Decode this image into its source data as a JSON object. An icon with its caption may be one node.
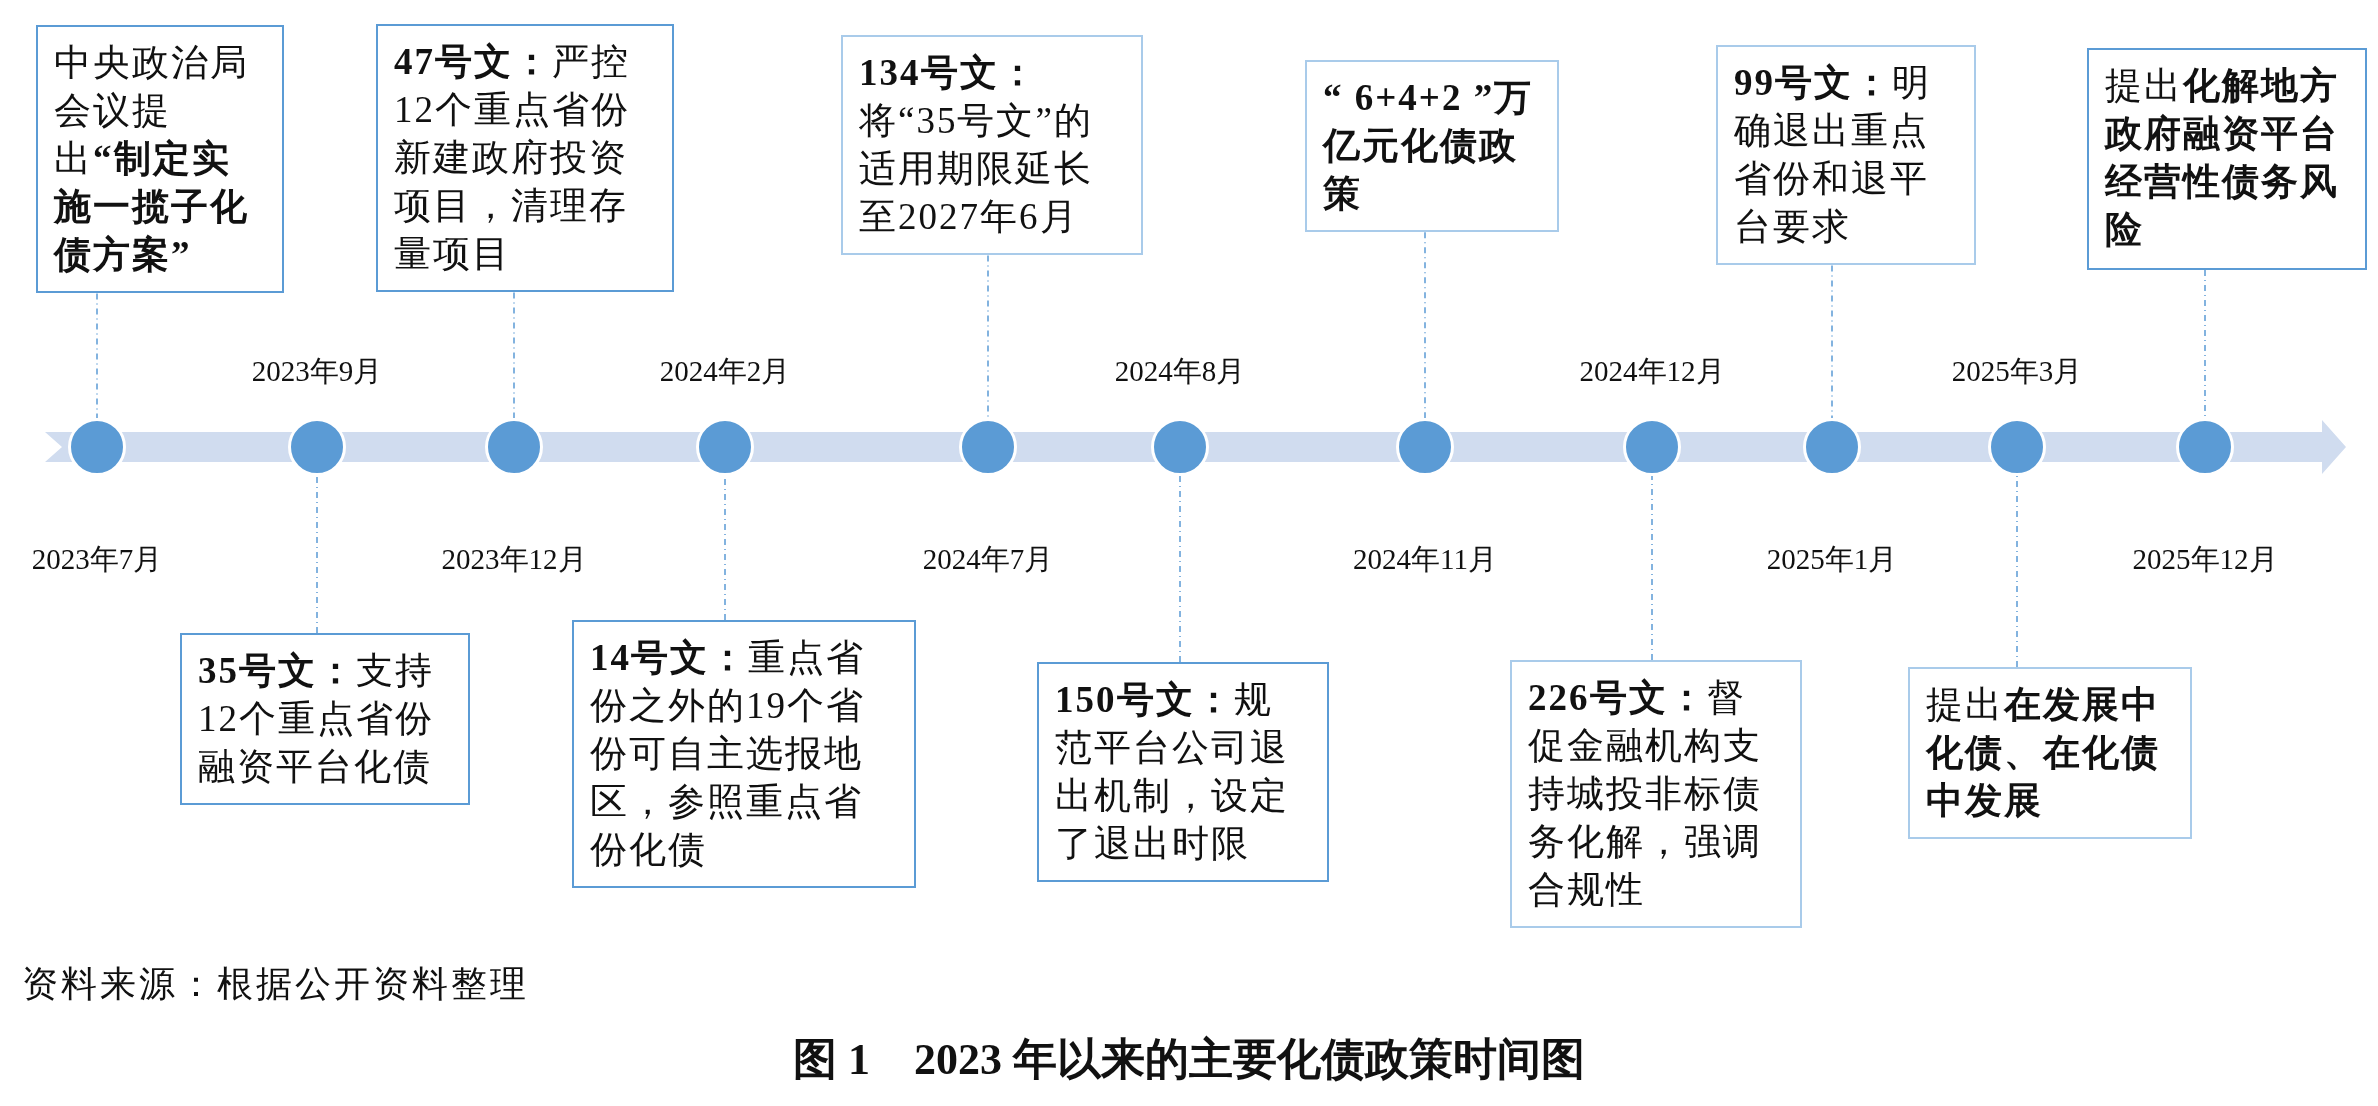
{
  "diagram": {
    "caption": "图 1　2023 年以来的主要化债政策时间图",
    "nodes": [
      {
        "text": [],
        "shape": "circle",
        "beside": [
          "2023年7月"
        ]
      },
      {
        "text": [],
        "shape": "circle",
        "beside": [
          "2023年9月"
        ]
      },
      {
        "text": [],
        "shape": "circle",
        "beside": [
          "2023年12月"
        ]
      },
      {
        "text": [],
        "shape": "circle",
        "beside": [
          "2024年2月"
        ]
      },
      {
        "text": [],
        "shape": "circle",
        "beside": [
          "2024年7月"
        ]
      },
      {
        "text": [],
        "shape": "circle",
        "beside": [
          "2024年8月"
        ]
      },
      {
        "text": [],
        "shape": "circle",
        "beside": [
          "2024年11月"
        ]
      },
      {
        "text": [],
        "shape": "circle",
        "beside": [
          "2024年12月"
        ]
      },
      {
        "text": [],
        "shape": "circle",
        "beside": [
          "2025年1月"
        ]
      },
      {
        "text": [],
        "shape": "circle",
        "beside": [
          "2025年3月"
        ]
      },
      {
        "text": [],
        "shape": "circle",
        "beside": [
          "2025年12月"
        ]
      },
      {
        "text": [
          "中央政治局会议提出**“制定实施一揽子化债方案”**"
        ]
      },
      {
        "text": [
          "**35号文：**支持12个重点省份融资平台化债"
        ]
      },
      {
        "text": [
          "**47号文：**严控12个重点省份新建政府投资项目，清理存量项目"
        ]
      },
      {
        "text": [
          "**14号文：**重点省份之外的19个省份可自主选报地区，参照重点省份化债"
        ]
      },
      {
        "text": [
          "**134号文：**将“35号文”的适用期限延长至2027年6月"
        ]
      },
      {
        "text": [
          "**150号文：**规范平台公司退出机制，设定了退出时限"
        ]
      },
      {
        "text": [
          "“ 6+4+2 ”万亿元化债政策"
        ]
      },
      {
        "text": [
          "**226号文：**督促金融机构支持城投非标债务化解，强调合规性"
        ]
      },
      {
        "text": [
          "**99号文：**明确退出重点省份和退平台要求"
        ]
      },
      {
        "text": [
          "提出**在发展中化债、在化债中发展**"
        ]
      },
      {
        "text": [
          "提出**化解地方政府融资平台经营性债务风险**"
        ]
      }
    ],
    "edges": [
      {
        "from": 11,
        "to": 0,
        "arrow": "none",
        "style": "dashed"
      },
      {
        "from": 12,
        "to": 1,
        "arrow": "none",
        "style": "dashed"
      },
      {
        "from": 13,
        "to": 2,
        "arrow": "none",
        "style": "dashed"
      },
      {
        "from": 14,
        "to": 3,
        "arrow": "none",
        "style": "dashed"
      },
      {
        "from": 15,
        "to": 4,
        "arrow": "none",
        "style": "dashed"
      },
      {
        "from": 16,
        "to": 5,
        "arrow": "none",
        "style": "dashed"
      },
      {
        "from": 17,
        "to": 6,
        "arrow": "none",
        "style": "dashed"
      },
      {
        "from": 18,
        "to": 7,
        "arrow": "none",
        "style": "dashed"
      },
      {
        "from": 19,
        "to": 8,
        "arrow": "none",
        "style": "dashed"
      },
      {
        "from": 20,
        "to": 9,
        "arrow": "none",
        "style": "dashed"
      },
      {
        "from": 21,
        "to": 10,
        "arrow": "none",
        "style": "dashed"
      }
    ],
    "labels": [
      "资料来源：根据公开资料整理"
    ]
  }
}
